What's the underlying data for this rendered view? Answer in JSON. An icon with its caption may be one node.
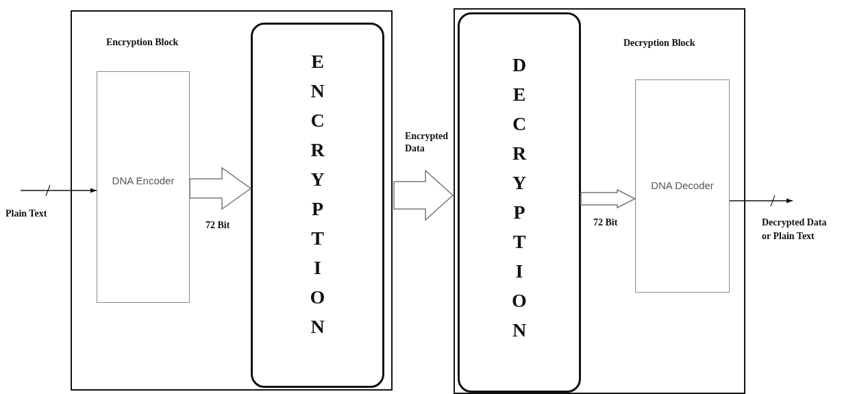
{
  "diagram": {
    "nodes": [
      {
        "text": [
          "Encryption Block"
        ]
      },
      {
        "text": [
          "DNA Encoder"
        ],
        "in": 0
      },
      {
        "text": [
          "ENCRYPTION"
        ],
        "in": 0
      },
      {
        "text": [
          "Decryption Block"
        ]
      },
      {
        "text": [
          "DECRYPTION"
        ],
        "in": 3
      },
      {
        "text": [
          "DNA Decoder"
        ],
        "in": 3
      },
      {
        "text": [
          "Plain Text"
        ]
      },
      {
        "text": [
          "Decrypted Data or Plain Text"
        ]
      }
    ],
    "edges": [
      {
        "from": 6,
        "to": 1,
        "arrow": "to"
      },
      {
        "from": 1,
        "to": 2,
        "arrow": "to",
        "label": "72 Bit",
        "style": "thick"
      },
      {
        "from": 2,
        "to": 4,
        "arrow": "to",
        "label": "Encrypted Data",
        "style": "thick"
      },
      {
        "from": 4,
        "to": 5,
        "arrow": "to",
        "label": "72 Bit",
        "style": "thick"
      },
      {
        "from": 5,
        "to": 7,
        "arrow": "to"
      }
    ]
  }
}
